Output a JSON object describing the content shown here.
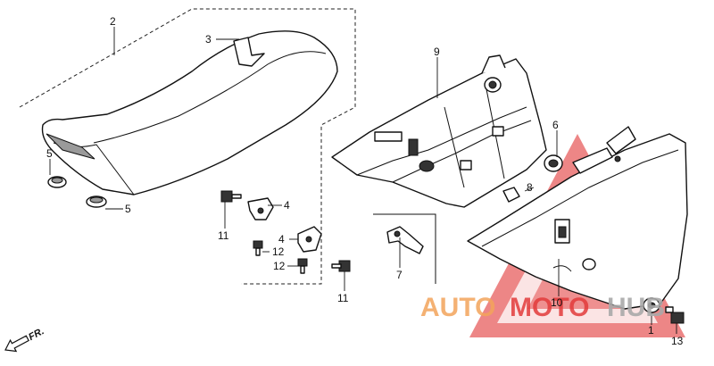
{
  "callouts": {
    "c1": "1",
    "c2": "2",
    "c3": "3",
    "c4a": "4",
    "c4b": "4",
    "c5a": "5",
    "c5b": "5",
    "c6": "6",
    "c7": "7",
    "c8": "8",
    "c9": "9",
    "c10": "10",
    "c11a": "11",
    "c11b": "11",
    "c12a": "12",
    "c12b": "12",
    "c13": "13"
  },
  "direction_marker": "FR.",
  "watermark": {
    "part1": "AUTO",
    "part2": "MOTO",
    "part3": "HUB",
    "color_orange": "#f2a35a",
    "color_red": "#e23b3b",
    "color_gray": "#a9a9a9"
  }
}
